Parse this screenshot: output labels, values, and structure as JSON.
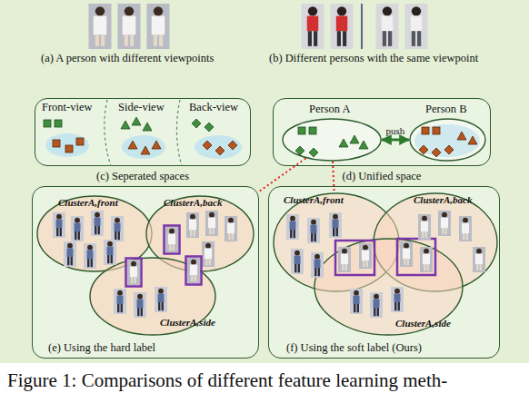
{
  "diagram": {
    "caption": "Figure 1: Comparisons of different feature learning meth-",
    "nodes": [
      {
        "text": [
          "Front-view",
          "Side-view",
          "Back-view",
          "(c) Seperated spaces"
        ]
      },
      {
        "text": [
          "(d) Unified space"
        ]
      },
      {
        "text": [
          "Person A"
        ],
        "in": 1
      },
      {
        "text": [
          "Person B"
        ],
        "in": 1
      },
      {
        "text": [
          "(e) Using the hard label"
        ]
      },
      {
        "text": [
          "ClusterA,front"
        ],
        "in": 4
      },
      {
        "text": [
          "ClusterA,back"
        ],
        "in": 4
      },
      {
        "text": [
          "ClusterA,side"
        ],
        "in": 4
      },
      {
        "text": [
          "(f) Using the soft label (Ours)"
        ]
      },
      {
        "text": [
          "ClusterA,front"
        ],
        "in": 8
      },
      {
        "text": [
          "ClusterA,back"
        ],
        "in": 8
      },
      {
        "text": [
          "ClusterA,side"
        ],
        "in": 8
      }
    ],
    "edges": [
      {
        "from": 2,
        "to": 3,
        "arrow": "both",
        "label": "push"
      },
      {
        "from": 2,
        "to": 4,
        "arrow": "none"
      },
      {
        "from": 2,
        "to": 9,
        "arrow": "none"
      }
    ],
    "labels": [
      "(a) A person with different viewpoints",
      "(b) Different persons with the same viewpoint"
    ]
  }
}
